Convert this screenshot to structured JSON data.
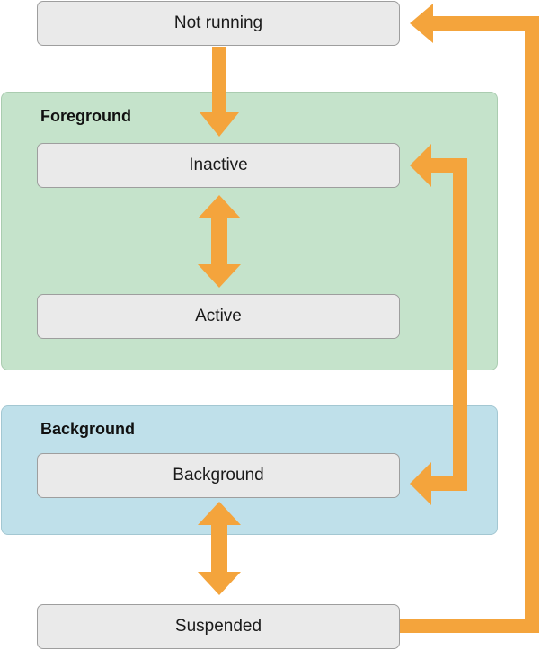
{
  "states": {
    "not_running": "Not running",
    "inactive": "Inactive",
    "active": "Active",
    "background": "Background",
    "suspended": "Suspended"
  },
  "groups": {
    "foreground": "Foreground",
    "background": "Background"
  },
  "colors": {
    "arrow": "#f4a43c",
    "foreground_fill": "#c5e3cb",
    "background_fill": "#bfe0ea",
    "state_fill": "#eaeaea"
  }
}
